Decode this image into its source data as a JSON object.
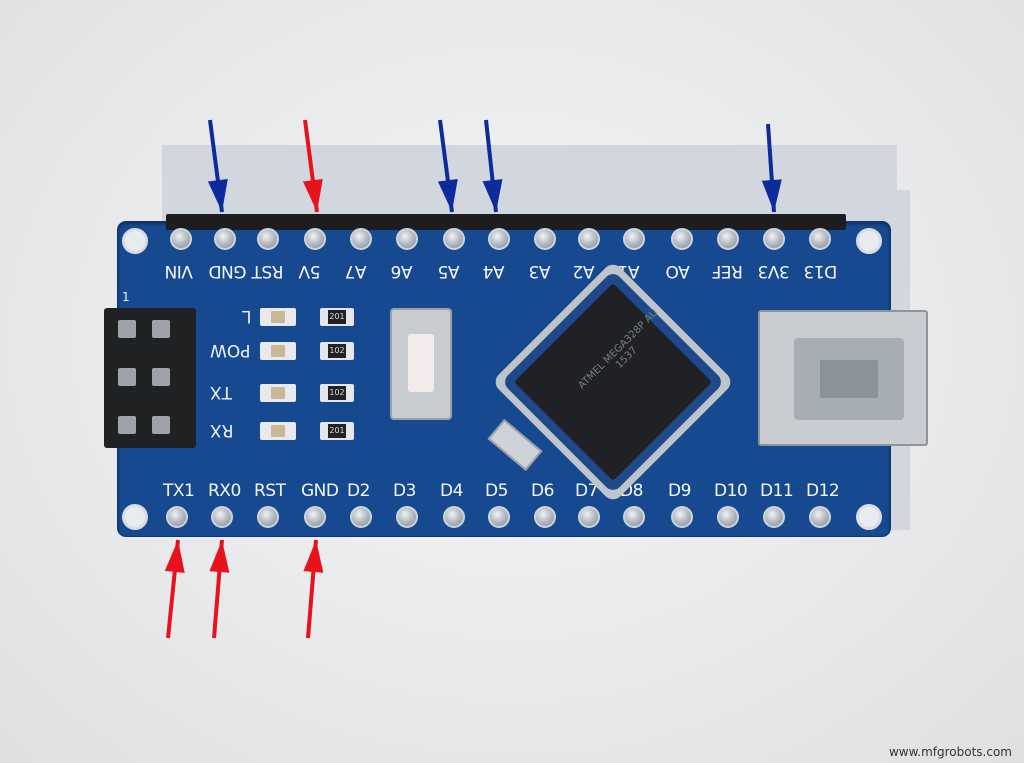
{
  "top_pin_labels": [
    "VIN",
    "GND",
    "RST",
    "5V",
    "A7",
    "A6",
    "A5",
    "A4",
    "A3",
    "A2",
    "A1",
    "AO",
    "REF",
    "3V3",
    "D13"
  ],
  "bottom_pin_labels": [
    "TX1",
    "RX0",
    "RST",
    "GND",
    "D2",
    "D3",
    "D4",
    "D5",
    "D6",
    "D7",
    "D8",
    "D9",
    "D10",
    "D11",
    "D12"
  ],
  "leds": [
    "L",
    "POW",
    "TX",
    "RX"
  ],
  "resistors": [
    "201",
    "102",
    "102",
    "201"
  ],
  "icsp_label": "1",
  "chip_text": "ATMEL MEGA328P AU 1537",
  "arrows": {
    "blue_top": [
      "GND",
      "A5",
      "A4",
      "3V3"
    ],
    "red_top": [
      "5V"
    ],
    "red_bottom": [
      "TX1",
      "RX0",
      "GND"
    ]
  },
  "colors": {
    "board": "#16498f",
    "blue_arrow": "#0d2b9a",
    "red_arrow": "#e8121c"
  },
  "watermark": "www.mfgrobots.com"
}
